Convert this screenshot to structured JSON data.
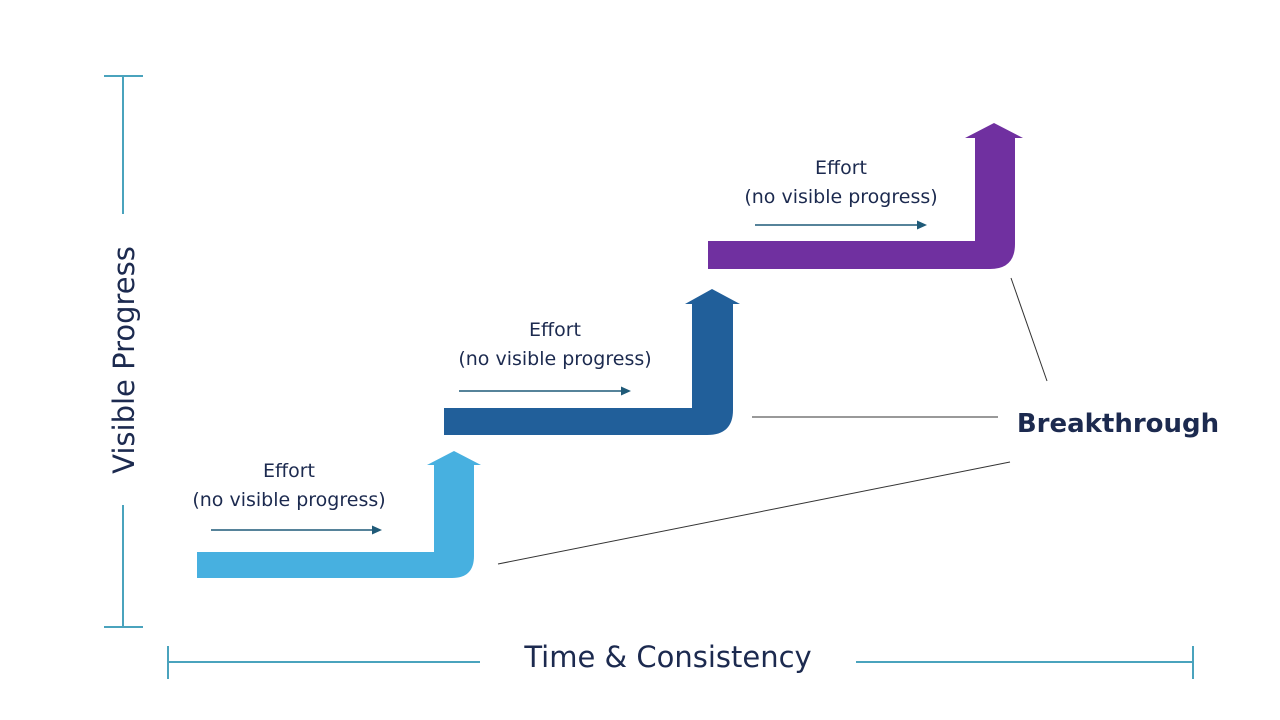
{
  "axes": {
    "y_title": "Visible Progress",
    "x_title": "Time & Consistency"
  },
  "steps": [
    {
      "line1": "Effort",
      "line2": "(no visible progress)",
      "color": "#47b0e0"
    },
    {
      "line1": "Effort",
      "line2": "(no visible progress)",
      "color": "#215f9a"
    },
    {
      "line1": "Effort",
      "line2": "(no visible progress)",
      "color": "#7030a0"
    }
  ],
  "callout": {
    "label": "Breakthrough"
  },
  "colors": {
    "axis": "#4aa3bd",
    "text": "#1c2a4f",
    "small_arrow": "#1f5a78",
    "callout_line": "#333333"
  }
}
